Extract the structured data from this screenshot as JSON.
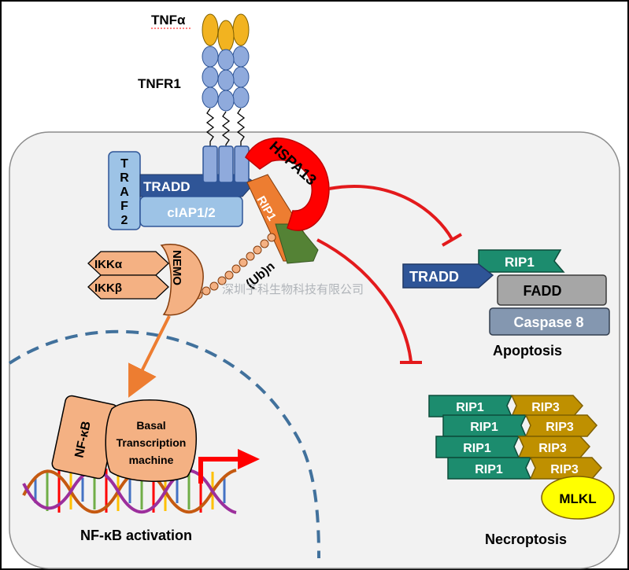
{
  "labels": {
    "tnf": "TNFα",
    "tnfr1": "TNFR1",
    "traf2": [
      "T",
      "R",
      "A",
      "F",
      "2"
    ],
    "tradd": "TRADD",
    "ciap": "cIAP1/2",
    "hspa13": "HSPA13",
    "rip1": "RIP1",
    "ikka": "IKKα",
    "ikkb": "IKKβ",
    "nemo": "NEMO",
    "ubn": "(Ub)n",
    "nfkb": "NF-κB",
    "basal": [
      "Basal",
      "Transcription",
      "machine"
    ],
    "nfkb_activation": "NF-κB activation",
    "tradd2": "TRADD",
    "rip1b": "RIP1",
    "fadd": "FADD",
    "caspase8": "Caspase 8",
    "apoptosis": "Apoptosis",
    "necro_rip1": [
      "RIP1",
      "RIP1",
      "RIP1",
      "RIP1"
    ],
    "necro_rip3": [
      "RIP3",
      "RIP3",
      "RIP3",
      "RIP3"
    ],
    "mlkl": "MLKL",
    "necroptosis": "Necroptosis",
    "watermark": "深圳子科生物科技有限公司"
  },
  "colors": {
    "tnf": "#f2b320",
    "receptor": "#8faadc",
    "tradd": "#2f5597",
    "ciap": "#9dc3e6",
    "hspa13": "#ff0000",
    "rip1_orange": "#ed7d31",
    "rip1_green": "#548235",
    "teal": "#1c8c6e",
    "gold": "#bf9000",
    "fadd": "#a6a6a6",
    "casp8": "#8497b0",
    "salmon": "#f4b183",
    "mlkl": "#ffff00",
    "inhibit": "#e31a1c"
  }
}
